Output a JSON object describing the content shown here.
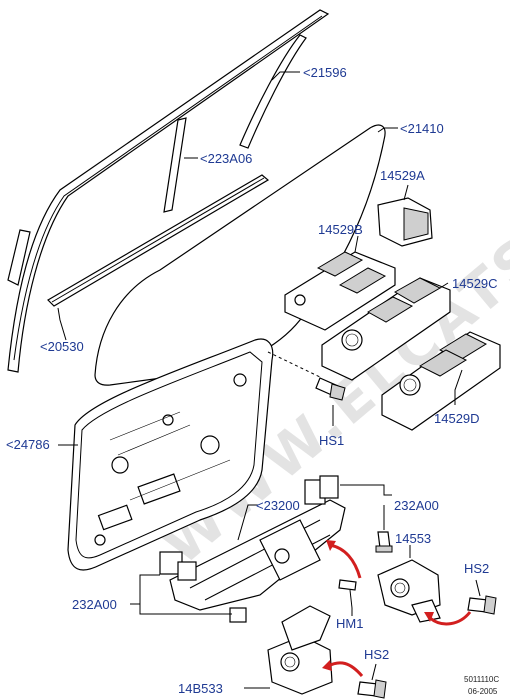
{
  "callouts": {
    "glass_run_21596": "<21596",
    "window_glass_21410": "<21410",
    "channel_223A06": "<223A06",
    "switch_14529A": "14529A",
    "switch_14529B": "14529B",
    "switch_14529C": "14529C",
    "switch_14529D": "14529D",
    "weatherstrip_20530": "<20530",
    "door_panel_24786": "<24786",
    "bolt_HS1": "HS1",
    "regulator_23200": "<23200",
    "bracket_232A00_right": "232A00",
    "bracket_232A00_left": "232A00",
    "motor_14553": "14553",
    "bolt_HS2_upper": "HS2",
    "bolt_HS2_lower": "HS2",
    "bolt_HM1": "HM1",
    "motor_14B533": "14B533"
  },
  "stamp": {
    "code": "5011110C",
    "date": "06-2005"
  },
  "watermark": "WWW.ELCATS.RU",
  "colors": {
    "callout": "#1f3a93",
    "arrow": "#d21f1f"
  }
}
